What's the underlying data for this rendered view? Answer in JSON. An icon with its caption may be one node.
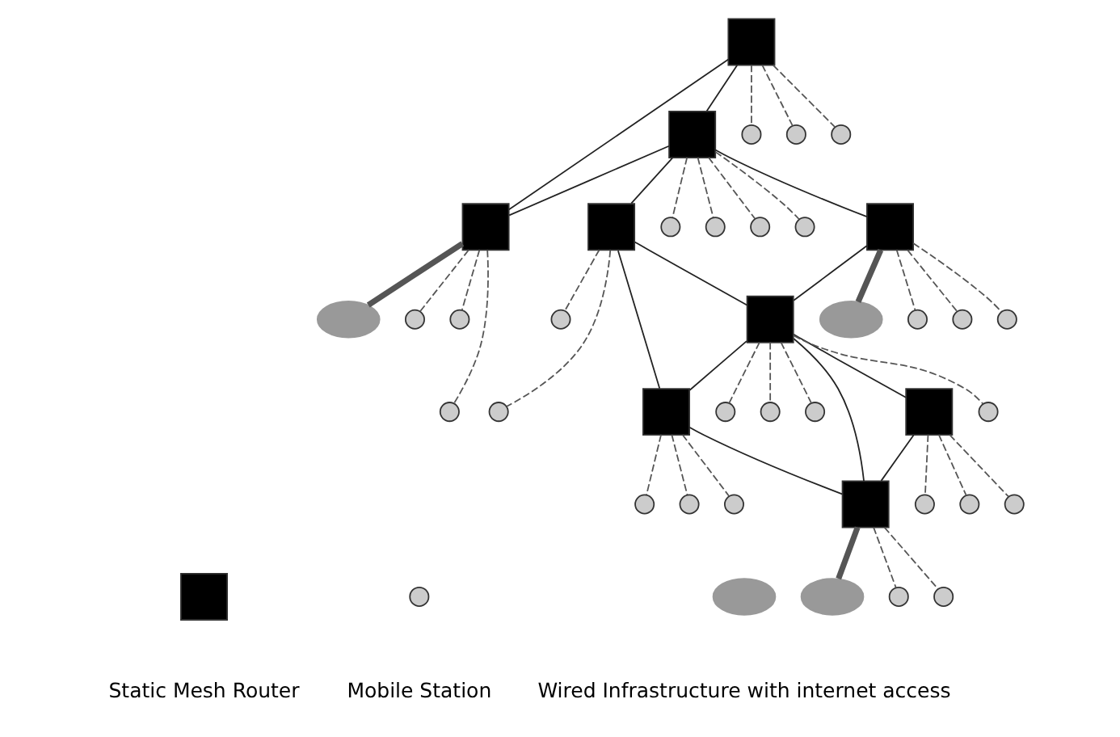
{
  "diagram": {
    "nodes": [
      {
        "text": [],
        "shape": "cloud"
      },
      {
        "text": [],
        "shape": "cloud"
      },
      {
        "text": [],
        "shape": "cloud"
      },
      {
        "text": [],
        "shape": "box"
      },
      {
        "text": [],
        "shape": "box"
      },
      {
        "text": [],
        "shape": "box"
      },
      {
        "text": [],
        "shape": "box"
      },
      {
        "text": [],
        "shape": "box"
      },
      {
        "text": [],
        "shape": "box"
      },
      {
        "text": [],
        "shape": "box"
      },
      {
        "text": [],
        "shape": "box"
      },
      {
        "text": [],
        "shape": "box"
      },
      {
        "text": [],
        "shape": "circle"
      },
      {
        "text": [],
        "shape": "circle"
      },
      {
        "text": [],
        "shape": "circle"
      },
      {
        "text": [],
        "shape": "circle"
      },
      {
        "text": [],
        "shape": "circle"
      },
      {
        "text": [],
        "shape": "circle"
      },
      {
        "text": [],
        "shape": "circle"
      },
      {
        "text": [],
        "shape": "circle"
      },
      {
        "text": [],
        "shape": "circle"
      },
      {
        "text": [],
        "shape": "circle"
      },
      {
        "text": [],
        "shape": "circle"
      },
      {
        "text": [],
        "shape": "circle"
      },
      {
        "text": [],
        "shape": "circle"
      },
      {
        "text": [],
        "shape": "circle"
      },
      {
        "text": [],
        "shape": "circle"
      },
      {
        "text": [],
        "shape": "circle"
      },
      {
        "text": [],
        "shape": "circle"
      },
      {
        "text": [],
        "shape": "circle"
      },
      {
        "text": [],
        "shape": "circle"
      },
      {
        "text": [],
        "shape": "circle"
      },
      {
        "text": [],
        "shape": "circle"
      },
      {
        "text": [],
        "shape": "circle"
      },
      {
        "text": [],
        "shape": "circle"
      },
      {
        "text": [],
        "shape": "circle"
      },
      {
        "text": [],
        "shape": "circle"
      },
      {
        "text": [],
        "shape": "circle"
      },
      {
        "text": [],
        "shape": "circle"
      },
      {
        "text": [],
        "shape": "box"
      },
      {
        "text": [],
        "shape": "circle"
      },
      {
        "text": [],
        "shape": "cloud"
      }
    ],
    "edges": [
      {
        "from": 3,
        "to": 0,
        "arrow": "none",
        "style": "thick"
      },
      {
        "from": 6,
        "to": 1,
        "arrow": "none",
        "style": "thick"
      },
      {
        "from": 11,
        "to": 2,
        "arrow": "none",
        "style": "thick"
      },
      {
        "from": 4,
        "to": 5,
        "arrow": "none"
      },
      {
        "from": 4,
        "to": 3,
        "arrow": "none"
      },
      {
        "from": 5,
        "to": 3,
        "arrow": "none"
      },
      {
        "from": 5,
        "to": 6,
        "arrow": "none"
      },
      {
        "from": 6,
        "to": 8,
        "arrow": "none"
      },
      {
        "from": 5,
        "to": 7,
        "arrow": "none"
      },
      {
        "from": 7,
        "to": 8,
        "arrow": "none"
      },
      {
        "from": 8,
        "to": 9,
        "arrow": "none"
      },
      {
        "from": 8,
        "to": 11,
        "arrow": "none"
      },
      {
        "from": 8,
        "to": 10,
        "arrow": "none"
      },
      {
        "from": 10,
        "to": 11,
        "arrow": "none"
      },
      {
        "from": 7,
        "to": 9,
        "arrow": "none"
      },
      {
        "from": 9,
        "to": 11,
        "arrow": "none"
      },
      {
        "from": 10,
        "to": 12,
        "arrow": "none",
        "style": "dashed"
      },
      {
        "from": 10,
        "to": 13,
        "arrow": "none",
        "style": "dashed"
      },
      {
        "from": 6,
        "to": 14,
        "arrow": "none",
        "style": "dashed"
      },
      {
        "from": 6,
        "to": 15,
        "arrow": "none",
        "style": "dashed"
      },
      {
        "from": 8,
        "to": 16,
        "arrow": "none",
        "style": "dashed"
      },
      {
        "from": 10,
        "to": 17,
        "arrow": "none",
        "style": "dashed"
      },
      {
        "from": 8,
        "to": 18,
        "arrow": "none",
        "style": "dashed"
      },
      {
        "from": 4,
        "to": 19,
        "arrow": "none",
        "style": "dashed"
      },
      {
        "from": 8,
        "to": 20,
        "arrow": "none",
        "style": "dashed"
      },
      {
        "from": 4,
        "to": 21,
        "arrow": "none",
        "style": "dashed"
      },
      {
        "from": 6,
        "to": 22,
        "arrow": "none",
        "style": "dashed"
      },
      {
        "from": 4,
        "to": 23,
        "arrow": "none",
        "style": "dashed"
      },
      {
        "from": 8,
        "to": 24,
        "arrow": "none",
        "style": "dashed"
      },
      {
        "from": 11,
        "to": 25,
        "arrow": "none",
        "style": "dashed"
      },
      {
        "from": 5,
        "to": 26,
        "arrow": "none",
        "style": "dashed"
      },
      {
        "from": 5,
        "to": 27,
        "arrow": "none",
        "style": "dashed"
      },
      {
        "from": 5,
        "to": 28,
        "arrow": "none",
        "style": "dashed"
      },
      {
        "from": 5,
        "to": 29,
        "arrow": "none",
        "style": "dashed"
      },
      {
        "from": 11,
        "to": 30,
        "arrow": "none",
        "style": "dashed"
      },
      {
        "from": 3,
        "to": 31,
        "arrow": "none",
        "style": "dashed"
      },
      {
        "from": 3,
        "to": 32,
        "arrow": "none",
        "style": "dashed"
      },
      {
        "from": 9,
        "to": 33,
        "arrow": "none",
        "style": "dashed"
      },
      {
        "from": 9,
        "to": 34,
        "arrow": "none",
        "style": "dashed"
      },
      {
        "from": 3,
        "to": 35,
        "arrow": "none",
        "style": "dashed"
      },
      {
        "from": 7,
        "to": 36,
        "arrow": "none",
        "style": "dashed"
      },
      {
        "from": 7,
        "to": 37,
        "arrow": "none",
        "style": "dashed"
      },
      {
        "from": 9,
        "to": 38,
        "arrow": "none",
        "style": "dashed"
      }
    ],
    "legend": [
      {
        "text": "Static Mesh Router"
      },
      {
        "text": "Mobile Station"
      },
      {
        "text": "Wired Infrastructure with internet access"
      }
    ]
  }
}
